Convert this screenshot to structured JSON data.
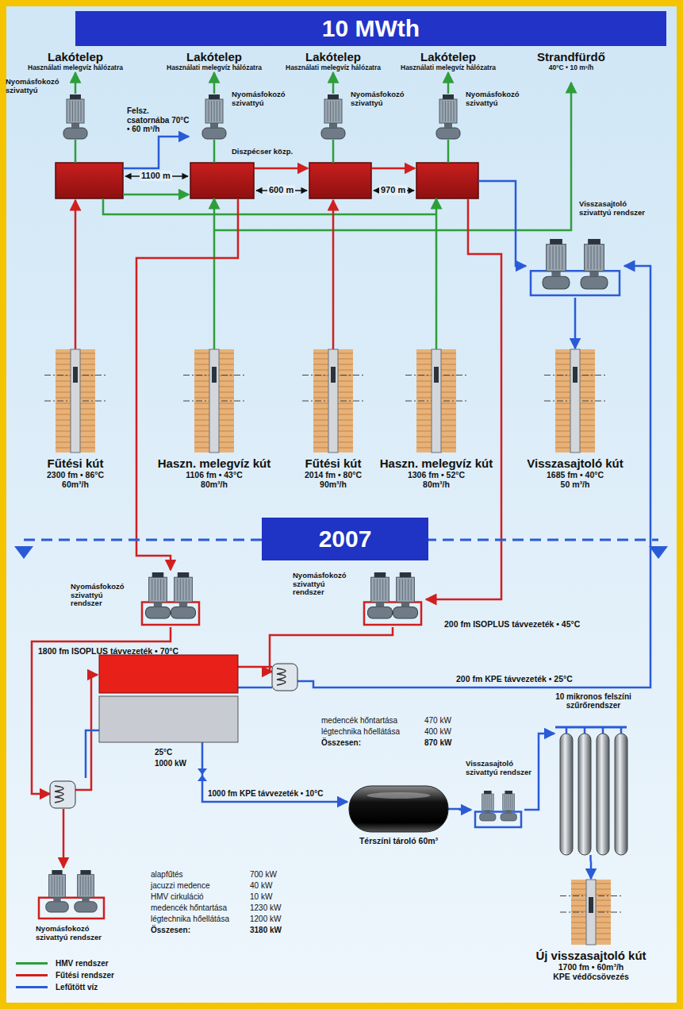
{
  "diagram": {
    "title": "10 MWth",
    "nodes": [
      {
        "text": [
          "Lakótelep",
          "Használati melegvíz hálózatra"
        ]
      },
      {
        "text": [
          "Lakótelep",
          "Használati melegvíz hálózatra"
        ]
      },
      {
        "text": [
          "Lakótelep",
          "Használati melegvíz hálózatra"
        ]
      },
      {
        "text": [
          "Lakótelep",
          "Használati melegvíz hálózatra"
        ]
      },
      {
        "text": [
          "Strandfürdő",
          "40°C • 10 m³/h"
        ]
      },
      {
        "text": [
          "Nyomásfokozó szivattyú"
        ]
      },
      {
        "text": [
          "Nyomásfokozó szivattyú"
        ]
      },
      {
        "text": [
          "Nyomásfokozó szivattyú"
        ]
      },
      {
        "text": [
          "Nyomásfokozó szivattyú"
        ]
      },
      {
        "text": [
          "Visszasajtoló szivattyú rendszer"
        ]
      },
      {
        "text": [
          "Fűtési kút",
          "2300 fm • 86°C",
          "60m³/h"
        ]
      },
      {
        "text": [
          "Haszn. melegvíz kút",
          "1106 fm • 43°C",
          "80m³/h"
        ]
      },
      {
        "text": [
          "Fűtési kút",
          "2014 fm • 80°C",
          "90m³/h"
        ]
      },
      {
        "text": [
          "Haszn. melegvíz kút",
          "1306 fm • 52°C",
          "80m³/h"
        ]
      },
      {
        "text": [
          "Visszasajtoló kút",
          "1685 fm • 40°C",
          "50 m³/h"
        ]
      },
      {
        "text": [
          "2007"
        ]
      },
      {
        "text": [
          "Nyomásfokozó szivattyú rendszer"
        ]
      },
      {
        "text": [
          "Nyomásfokozó szivattyú rendszer"
        ]
      },
      {
        "text": [
          "Nyomásfokozó szivattyú rendszer"
        ]
      },
      {
        "text": [
          "Térszíni tároló 60m³"
        ]
      },
      {
        "text": [
          "Visszasajtoló szivattyú rendszer"
        ]
      },
      {
        "text": [
          "10 mikronos felszíni szűrőrendszer"
        ]
      },
      {
        "text": [
          "Új visszasajtoló kút",
          "1700 fm • 60m³/h",
          "KPE védőcsövezés"
        ]
      }
    ],
    "edges": [
      {
        "from": 5,
        "to": 0,
        "arrow": "to"
      },
      {
        "from": 6,
        "to": 1,
        "arrow": "to"
      },
      {
        "from": 7,
        "to": 2,
        "arrow": "to"
      },
      {
        "from": 8,
        "to": 3,
        "arrow": "to"
      },
      {
        "from": 9,
        "to": 14,
        "arrow": "to"
      },
      {
        "from": 19,
        "to": 20,
        "arrow": "to"
      },
      {
        "from": 20,
        "to": 21,
        "arrow": "to"
      },
      {
        "from": 21,
        "to": 22,
        "arrow": "to"
      }
    ],
    "labels": [
      "Felsz. csatornába 70°C • 60 m³/h",
      "Diszpécser közp.",
      "1100 m",
      "600 m",
      "970 m",
      "1800 fm ISOPLUS távvezeték • 70°C",
      "200 fm ISOPLUS távvezeték • 45°C",
      "200 fm KPE távvezeték • 25°C",
      "medencék hőntartása",
      "470 kW",
      "légtechnika hőellátása",
      "400 kW",
      "Összesen:",
      "870 kW",
      "25°C",
      "1000 kW",
      "1000 fm KPE távvezeték • 10°C",
      "alapfűtés",
      "700 kW",
      "jacuzzi medence",
      "40 kW",
      "HMV cirkuláció",
      "10 kW",
      "medencék hőntartása",
      "1230 kW",
      "légtechnika hőellátása",
      "1200 kW",
      "Összesen:",
      "3180 kW"
    ],
    "legend": [
      {
        "text": "HMV rendszer"
      },
      {
        "text": "Fűtési rendszer"
      },
      {
        "text": "Lefűtött víz"
      }
    ]
  }
}
